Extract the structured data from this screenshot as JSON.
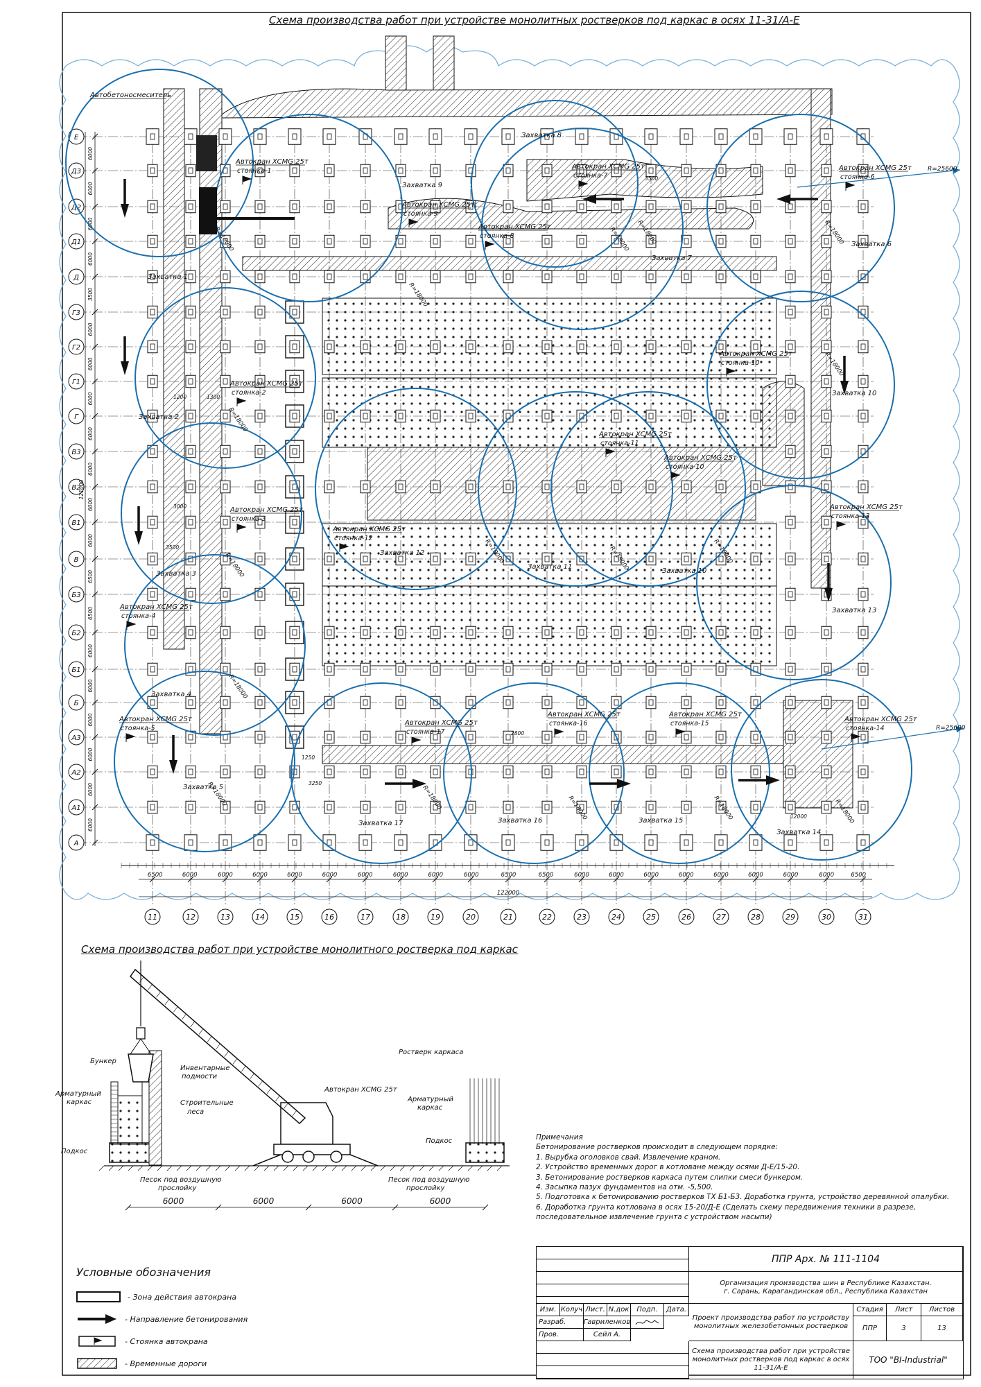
{
  "titles": {
    "main": "Схема производства работ при устройстве монолитных ростверков под каркас в осях 11-31/А-Е",
    "section": "Схема производства работ при устройстве монолитного ростверка под каркас"
  },
  "colors": {
    "crane_zone": "#1a6fae",
    "line": "#111111"
  },
  "plan": {
    "mixer_label": "Автобетоносмеситель",
    "row_axes": [
      "Е",
      "Д3",
      "Д2",
      "Д1",
      "Д",
      "Г3",
      "Г2",
      "Г1",
      "Г",
      "В3",
      "В2",
      "В1",
      "В",
      "Б3",
      "Б2",
      "Б1",
      "Б",
      "А3",
      "А2",
      "А1",
      "А"
    ],
    "col_axes": [
      "11",
      "12",
      "13",
      "14",
      "15",
      "16",
      "17",
      "18",
      "19",
      "20",
      "21",
      "22",
      "23",
      "24",
      "25",
      "26",
      "27",
      "28",
      "29",
      "30",
      "31"
    ],
    "bottom_dims": [
      "6500",
      "6000",
      "6000",
      "6000",
      "6000",
      "6000",
      "6000",
      "6000",
      "6000",
      "6000",
      "6500",
      "6500",
      "6000",
      "6000",
      "6000",
      "6000",
      "6000",
      "6000",
      "6000",
      "6000",
      "6500"
    ],
    "total_dim": "122000",
    "side_dims": [
      "6000",
      "6000",
      "6000",
      "6000",
      "3500",
      "6000",
      "6000",
      "6000",
      "6000",
      "6000",
      "6000",
      "6000",
      "6500",
      "6500",
      "6000",
      "6000",
      "6000",
      "6000",
      "6000",
      "6000",
      "6000"
    ],
    "side_total": "121000",
    "cranes": [
      {
        "label": "Автокран XCMG 25т",
        "stop": "стоянка-1",
        "radius": "R=18000"
      },
      {
        "label": "Автокран XCMG 25т",
        "stop": "стоянка-2",
        "radius": "R=18000"
      },
      {
        "label": "Автокран XCMG 25т",
        "stop": "стоянка-3",
        "radius": "R=18000"
      },
      {
        "label": "Автокран XCMG 25т",
        "stop": "стоянка-4",
        "radius": "R=18000"
      },
      {
        "label": "Автокран XCMG 25т",
        "stop": "стоянка-5",
        "radius": "R=18000"
      },
      {
        "label": "Автокран XCMG 25т",
        "stop": "стоянка-6",
        "radius": "R=18000"
      },
      {
        "label": "Автокран XCMG 25т",
        "stop": "стоянка-7",
        "radius": "R=18000"
      },
      {
        "label": "Автокран XCMG 25т",
        "stop": "стоянка-8",
        "radius": "R=18000"
      },
      {
        "label": "Автокран XCMG 25т",
        "stop": "стоянка-9",
        "radius": "R=18000"
      },
      {
        "label": "Автокран XCMG 25т",
        "stop": "стоянка-10",
        "radius": "R=18000"
      },
      {
        "label": "Автокран XCMG 25т",
        "stop": "стоянка-10",
        "radius": "R=18000"
      },
      {
        "label": "Автокран XCMG 25т",
        "stop": "стоянка-11",
        "radius": "R=18000"
      },
      {
        "label": "Автокран XCMG 25т",
        "stop": "стоянка-12",
        "radius": "R=18000"
      },
      {
        "label": "Автокран XCMG 25т",
        "stop": "стоянка-13",
        "radius": "R=18000"
      },
      {
        "label": "Автокран XCMG 25т",
        "stop": "стоянка-14",
        "radius": "R=18000"
      },
      {
        "label": "Автокран XCMG 25т",
        "stop": "стоянка-15",
        "radius": "R=18000"
      },
      {
        "label": "Автокран XCMG 25т",
        "stop": "стоянка-16",
        "radius": "R=18000"
      },
      {
        "label": "Автокран XCMG 25т",
        "stop": "стоянка-17",
        "radius": "R=18000"
      }
    ],
    "zones": [
      "Захватка 1",
      "Захватка 2",
      "Захватка 3",
      "Захватка 4",
      "Захватка 5",
      "Захватка 6",
      "Захватка 7",
      "Захватка 8",
      "Захватка 9",
      "Захватка 10",
      "Захватка 10",
      "Захватка 11",
      "Захватка 12",
      "Захватка 13",
      "Захватка 14",
      "Захватка 15",
      "Захватка 16",
      "Захватка 17"
    ],
    "big_radius": "R=25600",
    "misc_dims": [
      "1200",
      "1300",
      "3000",
      "3500",
      "3500",
      "2800",
      "1250",
      "3250",
      "12000"
    ]
  },
  "section": {
    "labels": {
      "bunker": "Бункер",
      "rebar_frame": "Арматурный каркас",
      "inventory_platforms": "Инвентарные подмости",
      "scaffold": "Строительные леса",
      "crane": "Автокран XCMG 25т",
      "grillage": "Ростверк каркаса",
      "rebar_frame2": "Арматурный каркас",
      "base1": "Подкос",
      "base2": "Подкос",
      "sand1": "Песок под воздушную прослойку",
      "sand2": "Песок под воздушную прослойку"
    },
    "dims": [
      "6000",
      "6000",
      "6000",
      "6000"
    ]
  },
  "notes": {
    "heading": "Примечания",
    "intro": "Бетонирование ростверков происходит в следующем порядке:",
    "items": [
      "1. Вырубка оголовков свай. Извлечение краном.",
      "2. Устройство временных дорог  в  котловане между осями Д-Е/15-20.",
      "3. Бетонирование ростверков каркаса путем слипки смеси бункером.",
      "4. Засыпка пазух фундаментов на отм. -5,500.",
      "5. Подготовка к бетонированию ростверков ТХ Б1-Б3. Доработка грунта, устройство деревянной опалубки.",
      "6. Доработка грунта котлована в осях 15-20/Д-Е (Сделать схему передвижения техники в разрезе,",
      "последовательное извлечение грунта с устройством насыпи)"
    ]
  },
  "legend": {
    "title": "Условные обозначения",
    "items": [
      "- Зона действия автокрана",
      "- Направление бетонирования",
      "- Стоянка автокрана",
      "- Временные дороги"
    ]
  },
  "stamp": {
    "code": "ППР Арх. № 111-1104",
    "org": "Организация производства шин в Республике Казахстан.\nг. Сарань, Карагандинская обл., Республика Казахстан",
    "h_izm": "Изм.",
    "h_koluch": "Колуч",
    "h_list": "Лист.",
    "h_ndok": "N.док",
    "h_podp": "Подп.",
    "h_data": "Дата.",
    "r_razrab": "Разраб.",
    "n_razrab": "Гавриленков",
    "r_prov": "Пров.",
    "n_prov": "Сейл А.",
    "project": "Проект производства работ по устройству монолитных железобетонных ростверков",
    "sheet_title": "Схема производства работ при устройстве монолитных ростверков под каркас в осях 11-31/А-Е",
    "stage_h": "Стадия",
    "list_h": "Лист",
    "lists_h": "Листов",
    "stage": "ППР",
    "list": "3",
    "lists": "13",
    "company": "ТОО \"BI-Industrial\""
  }
}
